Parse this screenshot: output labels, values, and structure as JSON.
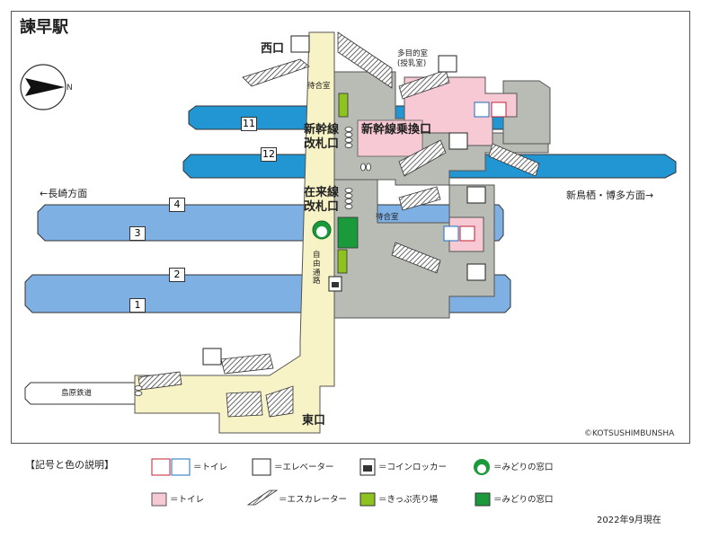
{
  "station_name": "諫早駅",
  "copyright": "©KOTSUSHIMBUNSHA",
  "date_note": "2022年9月現在",
  "directions": {
    "west": "←長崎方面",
    "east": "新鳥栖・博多方面→",
    "shimabara": "島原鉄道"
  },
  "platforms": [
    "11",
    "12",
    "4",
    "3",
    "2",
    "1"
  ],
  "labels": {
    "west_exit": "西口",
    "east_exit": "東口",
    "waiting_room": "待合室",
    "multipurpose_room": "多目的室",
    "nursing_room": "(授乳室)",
    "shinkansen_gate_1": "新幹線",
    "shinkansen_gate_2": "改札口",
    "transfer_gate": "新幹線乗換口",
    "conventional_gate_1": "在来線",
    "conventional_gate_2": "改札口",
    "free_passage": "自由通路"
  },
  "legend": {
    "title": "【記号と色の説明】",
    "items": [
      {
        "label": "＝トイレ",
        "icon": "toilet-icon"
      },
      {
        "label": "＝エレベーター",
        "icon": "elevator-icon"
      },
      {
        "label": "＝コインロッカー",
        "icon": "coin-locker-icon"
      },
      {
        "label": "＝みどりの窓口",
        "icon": "midori-window-icon"
      },
      {
        "label": "＝トイレ",
        "icon": "pink-swatch",
        "color": "#f7c9d4"
      },
      {
        "label": "＝エスカレーター",
        "icon": "escalator-icon"
      },
      {
        "label": "＝きっぷ売り場",
        "icon": "green-swatch",
        "color": "#8dc21f"
      },
      {
        "label": "＝みどりの窓口",
        "icon": "dark-green-swatch",
        "color": "#1a9a3a"
      }
    ]
  },
  "colors": {
    "shinkansen_platform": "#2196d3",
    "conventional_platform": "#7fb0e4",
    "free_passage": "#f8f3c6",
    "concourse": "#b8bcb5",
    "toilet_area": "#f7c9d4",
    "ticket_area": "#8dc21f",
    "midori_area": "#1a9a3a"
  }
}
